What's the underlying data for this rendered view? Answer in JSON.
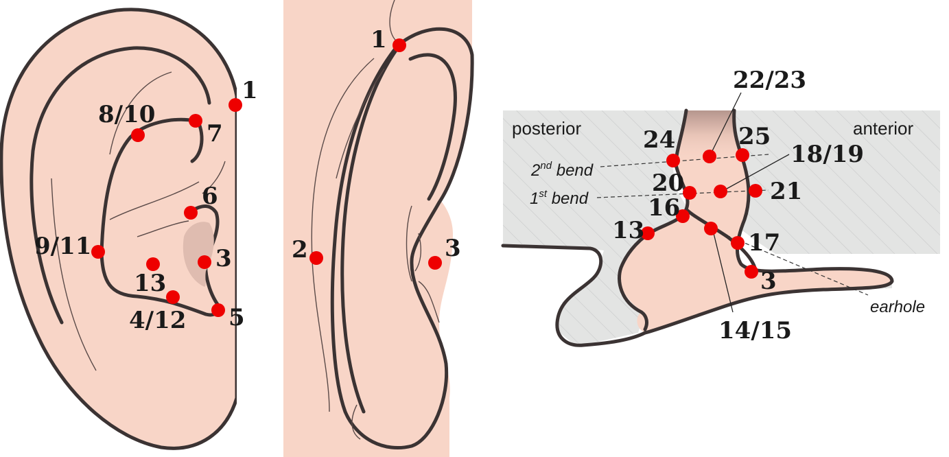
{
  "panel_left": {
    "labels": {
      "p1": "1",
      "p8_10": "8/10",
      "p7": "7",
      "p6": "6",
      "p9_11": "9/11",
      "p3": "3",
      "p13": "13",
      "p4_12": "4/12",
      "p5": "5"
    }
  },
  "panel_middle": {
    "labels": {
      "p1": "1",
      "p2": "2",
      "p3": "3"
    }
  },
  "panel_right": {
    "labels": {
      "posterior": "posterior",
      "anterior": "anterior",
      "second_bend_num": "2",
      "second_bend_sup": "nd",
      "second_bend_word": " bend",
      "first_bend_num": "1",
      "first_bend_sup": "st",
      "first_bend_word": " bend",
      "earhole": "earhole",
      "p22_23": "22/23",
      "p24": "24",
      "p25": "25",
      "p18_19": "18/19",
      "p20": "20",
      "p21": "21",
      "p16": "16",
      "p13": "13",
      "p17": "17",
      "p3": "3",
      "p14_15": "14/15"
    }
  },
  "colors": {
    "skin": "#f8d5c7",
    "marker": "#ee0000",
    "outline": "#3b3333",
    "bone_gray": "#e3e4e3"
  }
}
